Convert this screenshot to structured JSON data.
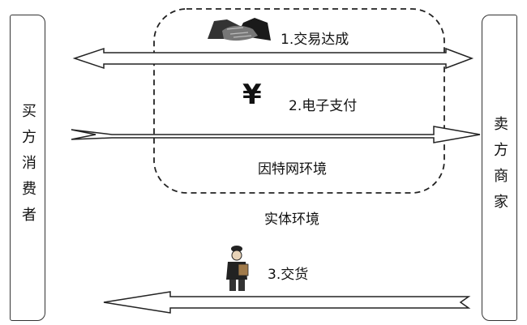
{
  "parties": {
    "buyer": "买方消费者",
    "seller": "卖方商家"
  },
  "steps": [
    {
      "label": "1.交易达成",
      "icon": "handshake-icon"
    },
    {
      "label": "2.电子支付",
      "icon": "yen-icon",
      "symbol": "¥"
    },
    {
      "label": "3.交货",
      "icon": "delivery-person-icon"
    }
  ],
  "environments": {
    "internet": "因特网环境",
    "physical": "实体环境"
  }
}
